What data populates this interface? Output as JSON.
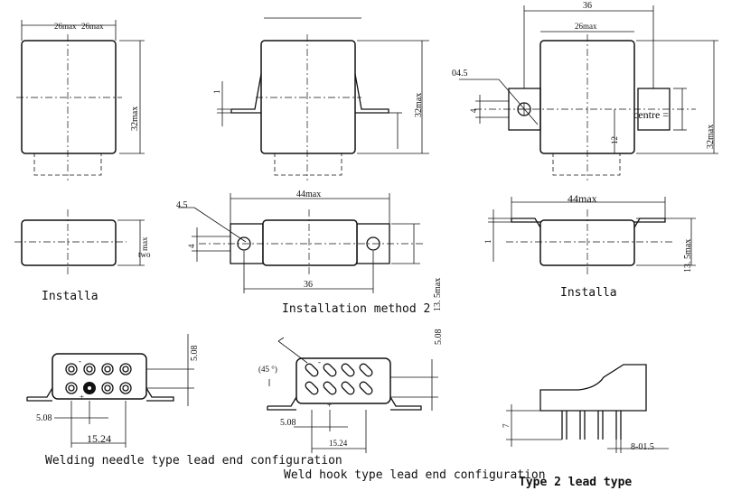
{
  "dims": {
    "top_width_a": "26max",
    "top_width_b": "26max",
    "height_32": "32max",
    "small_1": "1",
    "dim_36": "36",
    "dim_26": "26max",
    "hole_04_5": "04.5",
    "dim_4": "4",
    "dim_12": "12",
    "centre": "centre =",
    "dim_44_mid": "44max",
    "dim_4_5": "4.5",
    "dim_36_mid": "36",
    "dim_44_right": "44max",
    "dim_13_5": "13. 5max",
    "max_label": "max",
    "two_label": "two",
    "pitch_5_08_a": "5.08",
    "pitch_5_08_b": "5.08",
    "pitch_5_08_c": "5.08",
    "pitch_5_08_d": "5.08",
    "width_15_24_a": "15.24",
    "width_15_24_b": "15.24",
    "angle_45": "(45 °)",
    "lead_7": "7",
    "lead_8_01_5": "8-01.5",
    "dim_13_5_mid": "13. 5max"
  },
  "captions": {
    "installa_left": "Installa",
    "installation_method_2": "Installation method 2",
    "installa_right": "Installa",
    "welding_needle": "Welding needle type lead end configuration",
    "weld_hook": "Weld hook type lead end configuration",
    "type_2": "Type 2 lead type"
  },
  "pin_marks": {
    "minus": "-",
    "plus": "+"
  }
}
